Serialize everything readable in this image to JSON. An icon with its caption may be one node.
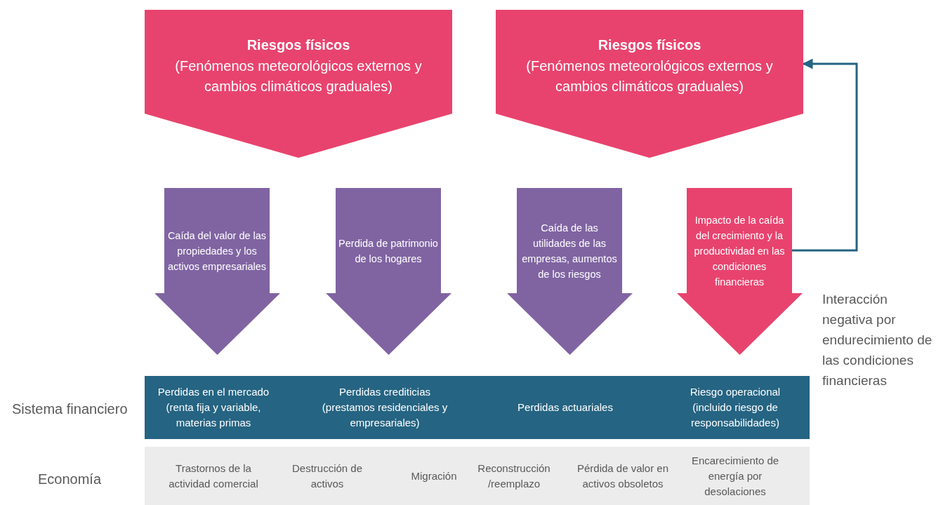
{
  "diagram": {
    "nodes": [
      {
        "text": [
          "Riesgos físicos",
          "(Fenómenos meteorológicos externos y cambios climáticos graduales)"
        ]
      },
      {
        "text": [
          "Riesgos físicos",
          "(Fenómenos meteorológicos externos y cambios climáticos graduales)"
        ]
      },
      {
        "text": [
          "Caída del valor de las propiedades y los activos empresariales"
        ]
      },
      {
        "text": [
          "Perdida de patrimonio de los hogares"
        ]
      },
      {
        "text": [
          "Caída de las utilidades de las empresas, aumentos de los riesgos"
        ]
      },
      {
        "text": [
          "Impacto de la caída del crecimiento y la productividad en las condiciones financieras"
        ]
      },
      {
        "text": [
          "Perdidas en el mercado (renta fija y variable, materias primas",
          "Perdidas crediticias (prestamos residenciales y empresariales)",
          "Perdidas actuariales",
          "Riesgo operacional (incluido riesgo de responsabilidades)"
        ],
        "beside": [
          "Sistema financiero"
        ]
      },
      {
        "text": [
          "Trastornos de la actividad comercial",
          "Destrucción de activos",
          "Migración",
          "Reconstrucción /reemplazo",
          "Pérdida de valor en activos obsoletos",
          "Encarecimiento de energía por desolaciones"
        ],
        "beside": [
          "Economía"
        ]
      }
    ],
    "edges": [
      {
        "from": 5,
        "to": 1,
        "arrow": "to"
      }
    ],
    "labels": [
      "Interacción negativa por endurecimiento de las condiciones financieras"
    ]
  }
}
